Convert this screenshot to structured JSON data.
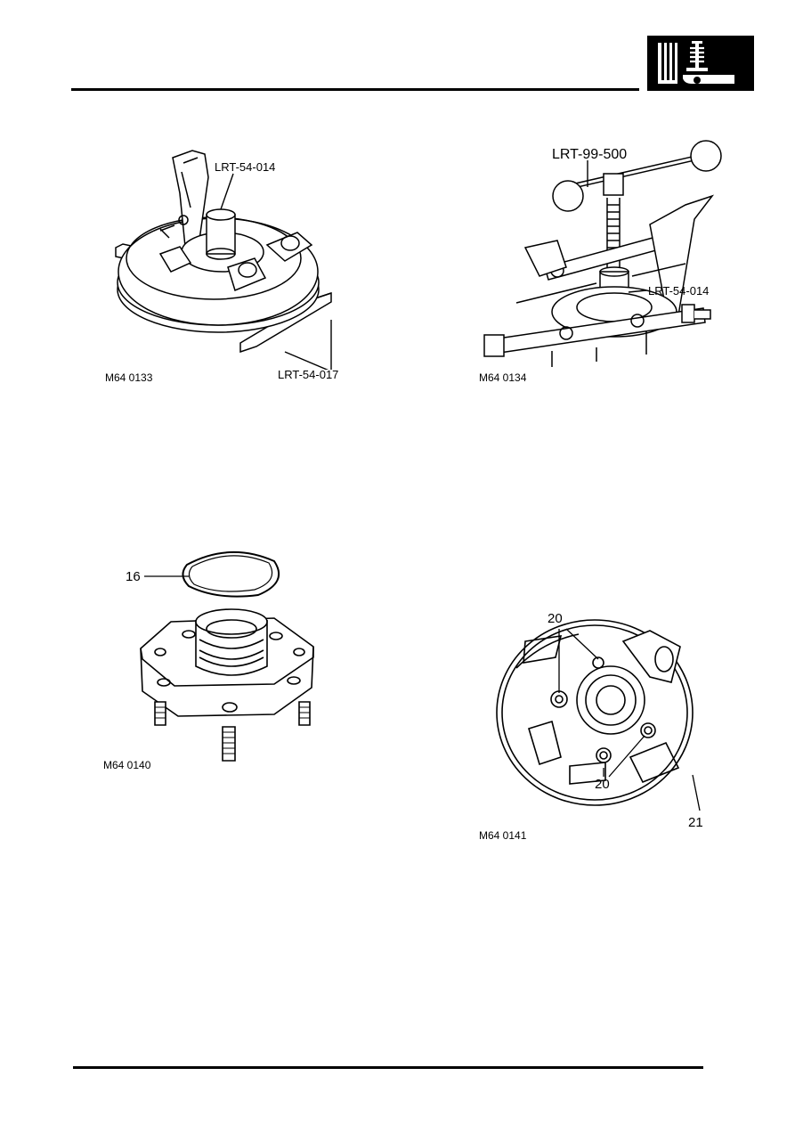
{
  "header": {
    "section_icon": "suspension-section-icon"
  },
  "figures": [
    {
      "id": "m64-0133",
      "caption": "M64 0133",
      "labels": [
        "LRT-54-014",
        "LRT-54-017"
      ]
    },
    {
      "id": "m64-0134",
      "caption": "M64 0134",
      "labels": [
        "LRT-99-500",
        "LRT-54-014"
      ]
    },
    {
      "id": "m64-0140",
      "caption": "M64 0140",
      "labels": [
        "16"
      ]
    },
    {
      "id": "m64-0141",
      "caption": "M64 0141",
      "labels": [
        "20",
        "20",
        "21"
      ]
    }
  ]
}
